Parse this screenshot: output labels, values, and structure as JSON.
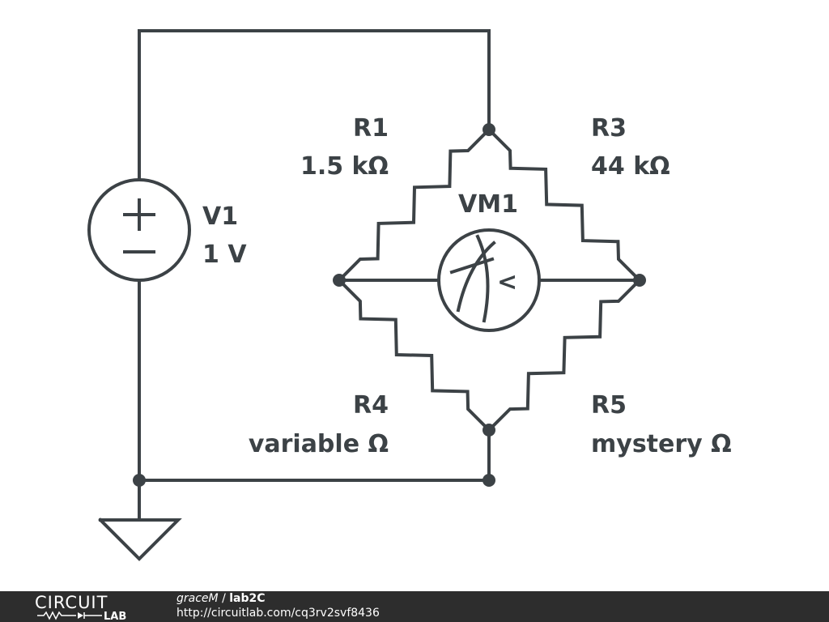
{
  "schematic": {
    "v1": {
      "name": "V1",
      "value": "1 V"
    },
    "r1": {
      "name": "R1",
      "value": "1.5 kΩ"
    },
    "r3": {
      "name": "R3",
      "value": "44 kΩ"
    },
    "r4": {
      "name": "R4",
      "value": "variable Ω"
    },
    "r5": {
      "name": "R5",
      "value": "mystery Ω"
    },
    "vm1": {
      "name": "VM1",
      "symbol": "<"
    },
    "wire_color": "#3c4246"
  },
  "footer": {
    "logo_top": "CIRCUIT",
    "logo_bottom": "LAB",
    "author": "graceM",
    "separator": " / ",
    "circuit_name": "lab2C",
    "url": "http://circuitlab.com/cq3rv2svf8436"
  }
}
